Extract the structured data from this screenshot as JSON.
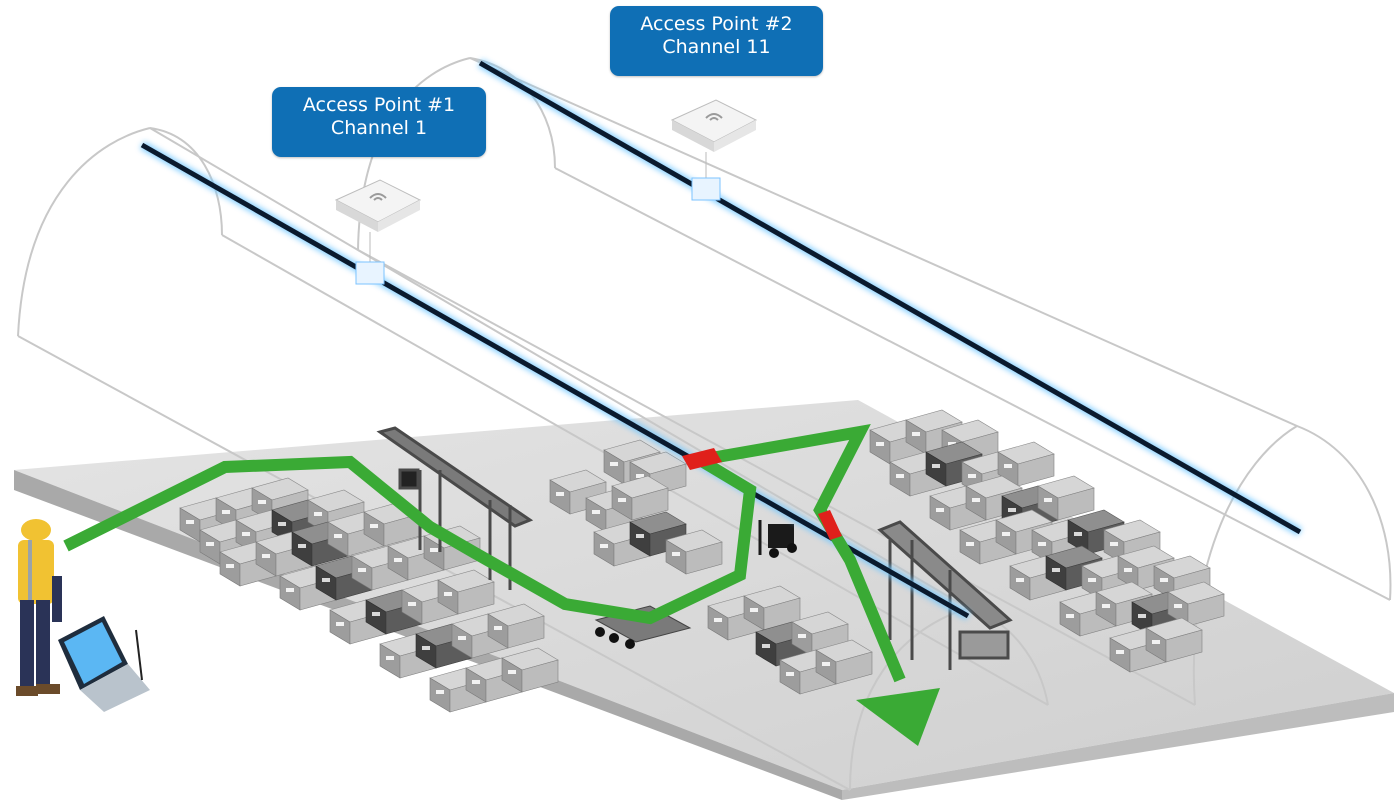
{
  "access_points": [
    {
      "name": "Access Point #1",
      "channel": "Channel 1"
    },
    {
      "name": "Access Point #2",
      "channel": "Channel 11"
    }
  ],
  "colors": {
    "label_bg": "#0f6fb5",
    "label_text": "#ffffff",
    "path": "#3aaa35",
    "dead_zone": "#e0201b",
    "cable": "#0a1a2e",
    "cable_glow": "#6ec6ff",
    "floor": "#dcdcdc",
    "box_light": "#bdbdbd",
    "box_dark": "#4a4a4a"
  },
  "icons": [
    "access-point-icon",
    "worker-icon",
    "laptop-icon",
    "forklift-icon",
    "conveyor-icon",
    "path-arrow-icon"
  ]
}
